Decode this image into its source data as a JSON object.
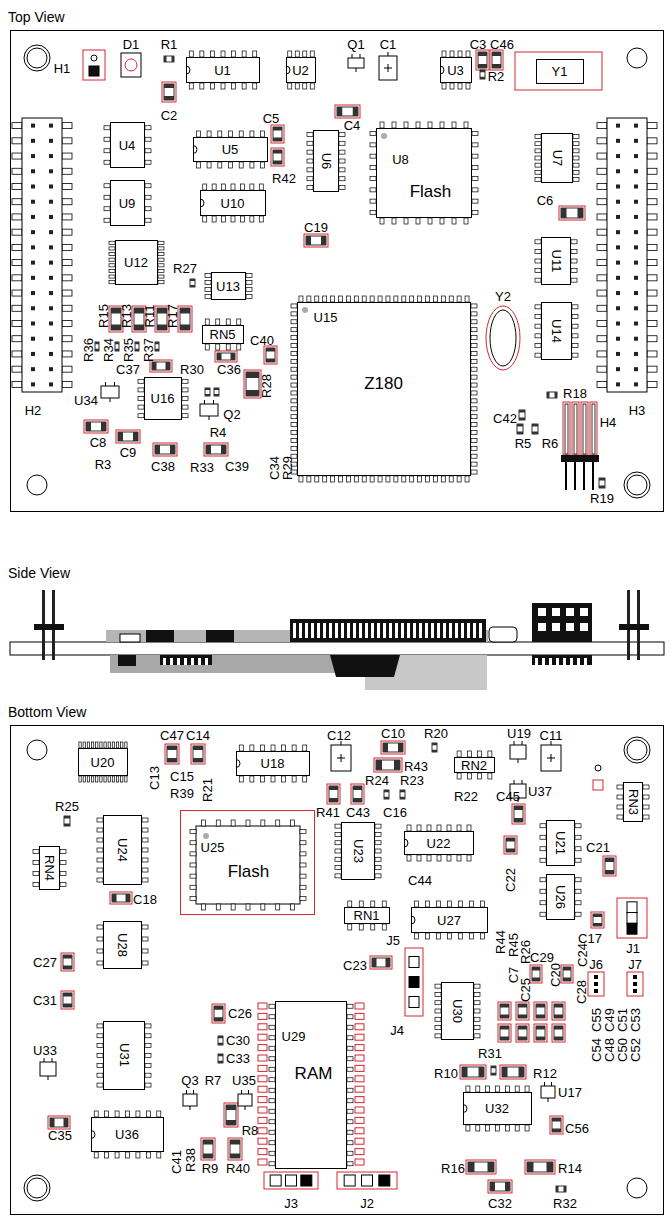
{
  "diagram": {
    "nodes": [
      {
        "text": [
          "Top View"
        ]
      },
      {
        "text": [
          "U1"
        ],
        "in": 0
      },
      {
        "text": [
          "U2"
        ],
        "in": 0
      },
      {
        "text": [
          "U3"
        ],
        "in": 0
      },
      {
        "text": [
          "Y1"
        ],
        "in": 0
      },
      {
        "text": [
          "U4"
        ],
        "in": 0
      },
      {
        "text": [
          "U5"
        ],
        "in": 0
      },
      {
        "text": [
          "U6"
        ],
        "in": 0
      },
      {
        "text": [
          "U8",
          "Flash"
        ],
        "in": 0
      },
      {
        "text": [
          "U7"
        ],
        "in": 0
      },
      {
        "text": [
          "U9"
        ],
        "in": 0
      },
      {
        "text": [
          "U10"
        ],
        "in": 0
      },
      {
        "text": [
          "U11"
        ],
        "in": 0
      },
      {
        "text": [
          "U12"
        ],
        "in": 0
      },
      {
        "text": [
          "U13"
        ],
        "in": 0
      },
      {
        "text": [
          "RN5"
        ],
        "in": 0
      },
      {
        "text": [
          "U15",
          "Z180"
        ],
        "in": 0
      },
      {
        "text": [
          "U14"
        ],
        "in": 0
      },
      {
        "text": [
          "U16"
        ],
        "in": 0
      },
      {
        "text": [
          "Bottom View"
        ]
      },
      {
        "text": [
          "U20"
        ],
        "in": 19
      },
      {
        "text": [
          "U18"
        ],
        "in": 19
      },
      {
        "text": [
          "RN2"
        ],
        "in": 19
      },
      {
        "text": [
          "RN3"
        ],
        "in": 19
      },
      {
        "text": [
          "U24"
        ],
        "in": 19
      },
      {
        "text": [
          "U25",
          "Flash"
        ],
        "in": 19
      },
      {
        "text": [
          "U23"
        ],
        "in": 19
      },
      {
        "text": [
          "U22"
        ],
        "in": 19
      },
      {
        "text": [
          "U21"
        ],
        "in": 19
      },
      {
        "text": [
          "RN4"
        ],
        "in": 19
      },
      {
        "text": [
          "U26"
        ],
        "in": 19
      },
      {
        "text": [
          "RN1"
        ],
        "in": 19
      },
      {
        "text": [
          "U27"
        ],
        "in": 19
      },
      {
        "text": [
          "U28"
        ],
        "in": 19
      },
      {
        "text": [
          "U30"
        ],
        "in": 19
      },
      {
        "text": [
          "U31"
        ],
        "in": 19
      },
      {
        "text": [
          "U29",
          "RAM"
        ],
        "in": 19
      },
      {
        "text": [
          "U32"
        ],
        "in": 19
      },
      {
        "text": [
          "U36"
        ],
        "in": 19
      }
    ],
    "edges": [],
    "labels": [
      "H1",
      "D1",
      "R1",
      "C2",
      "Q1",
      "C1",
      "C3",
      "C46",
      "R2",
      "C5",
      "C4",
      "R42",
      "C6",
      "C19",
      "R27",
      "R15",
      "R13",
      "R11",
      "R17",
      "R36",
      "R34",
      "R35",
      "R37",
      "C40",
      "R30",
      "C37",
      "C36",
      "R28",
      "U34",
      "Q2",
      "R4",
      "C8",
      "C9",
      "R3",
      "C38",
      "R33",
      "C39",
      "C34",
      "R29",
      "H2",
      "H3",
      "H4",
      "Y2",
      "R18",
      "C42",
      "R5",
      "R6",
      "R19",
      "Side View",
      "C47",
      "C14",
      "C13",
      "C15",
      "R39",
      "R21",
      "C12",
      "C10",
      "R20",
      "U19",
      "C11",
      "R43",
      "R24",
      "R23",
      "R22",
      "C45",
      "U37",
      "R41",
      "C43",
      "C16",
      "R25",
      "C18",
      "C44",
      "C22",
      "C21",
      "C17",
      "J1",
      "C27",
      "C31",
      "C26",
      "C30",
      "C33",
      "J5",
      "C23",
      "J4",
      "R44",
      "R45",
      "R26",
      "C7",
      "C25",
      "C29",
      "C20",
      "C24",
      "C28",
      "J6",
      "J7",
      "C55",
      "C49",
      "C51",
      "C53",
      "C54",
      "C48",
      "C50",
      "C52",
      "U33",
      "Q3",
      "R7",
      "U35",
      "R31",
      "R10",
      "R12",
      "U17",
      "C35",
      "R8",
      "C56",
      "C41",
      "R38",
      "R9",
      "R40",
      "J3",
      "J2",
      "R16",
      "R14",
      "C32",
      "R32"
    ]
  }
}
